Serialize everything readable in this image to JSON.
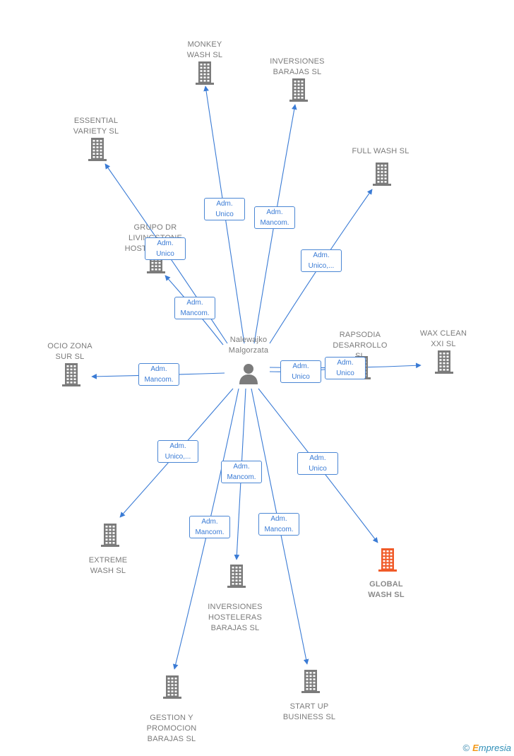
{
  "colors": {
    "edge": "#3a7bd5",
    "node_default": "#7b7b7b",
    "node_highlight": "#f05a28",
    "person": "#7b7b7b"
  },
  "center": {
    "name": "Nalewajko\nMalgorzata",
    "icon": "person-icon"
  },
  "nodes": [
    {
      "id": "monkey",
      "label": "MONKEY\nWASH  SL",
      "icon": "building-icon"
    },
    {
      "id": "invbarajas",
      "label": "INVERSIONES\nBARAJAS SL",
      "icon": "building-icon"
    },
    {
      "id": "essential",
      "label": "ESSENTIAL\nVARIETY  SL",
      "icon": "building-icon"
    },
    {
      "id": "fullwash",
      "label": "FULL WASH  SL",
      "icon": "building-icon"
    },
    {
      "id": "grupodr",
      "label": "GRUPO DR\nLIVINGSTONE\nHOSTELERO SL",
      "icon": "building-icon"
    },
    {
      "id": "ocio",
      "label": "OCIO ZONA\nSUR  SL",
      "icon": "building-icon"
    },
    {
      "id": "rapsodia",
      "label": "RAPSODIA\nDESARROLLO\nSL",
      "icon": "building-icon"
    },
    {
      "id": "waxclean",
      "label": "WAX CLEAN\nXXI  SL",
      "icon": "building-icon"
    },
    {
      "id": "extreme",
      "label": "EXTREME\nWASH  SL",
      "icon": "building-icon"
    },
    {
      "id": "invhost",
      "label": "INVERSIONES\nHOSTELERAS\nBARAJAS  SL",
      "icon": "building-icon"
    },
    {
      "id": "global",
      "label": "GLOBAL\nWASH  SL",
      "icon": "building-icon",
      "highlight": true
    },
    {
      "id": "gestion",
      "label": "GESTION Y\nPROMOCION\nBARAJAS SL",
      "icon": "building-icon"
    },
    {
      "id": "startup",
      "label": "START UP\nBUSINESS  SL",
      "icon": "building-icon"
    }
  ],
  "edges": [
    {
      "to": "monkey",
      "label": "Adm.\nUnico"
    },
    {
      "to": "invbarajas",
      "label": "Adm.\nMancom."
    },
    {
      "to": "essential",
      "label": "Adm.\nUnico"
    },
    {
      "to": "fullwash",
      "label": "Adm.\nUnico,..."
    },
    {
      "to": "grupodr",
      "label": "Adm.\nMancom."
    },
    {
      "to": "ocio",
      "label": "Adm.\nMancom."
    },
    {
      "to": "rapsodia",
      "label": "Adm.\nUnico"
    },
    {
      "to": "waxclean",
      "label": "Adm.\nUnico"
    },
    {
      "to": "extreme",
      "label": "Adm.\nUnico,..."
    },
    {
      "to": "invhost",
      "label": "Adm.\nMancom."
    },
    {
      "to": "global",
      "label": "Adm.\nUnico"
    },
    {
      "to": "gestion",
      "label": "Adm.\nMancom."
    },
    {
      "to": "startup",
      "label": "Adm.\nMancom."
    }
  ],
  "footer": {
    "copyright": "©",
    "brand_first": "E",
    "brand_rest": "mpresia"
  }
}
